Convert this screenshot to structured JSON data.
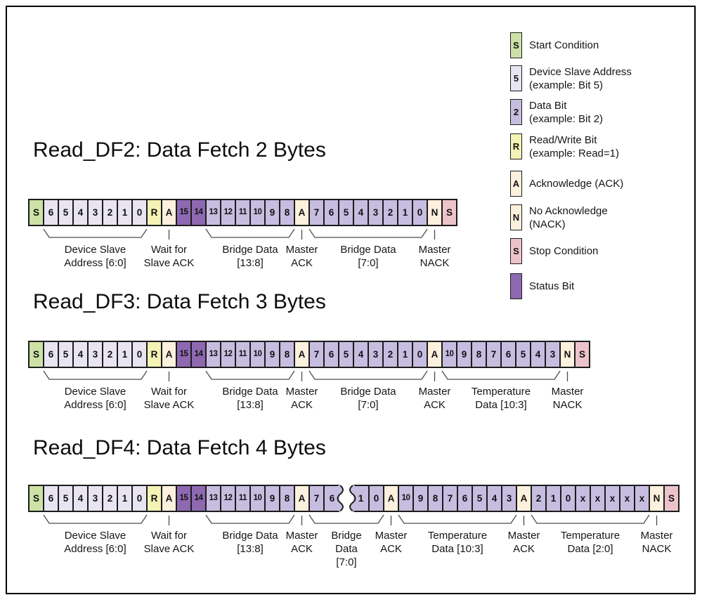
{
  "colors": {
    "start": "#cde1a6",
    "addr": "#e8e4f2",
    "data": "#c6bde0",
    "rw": "#f4f2b4",
    "ack": "#fdf0dd",
    "nack": "#fdf0dd",
    "stop": "#edc3cb",
    "status": "#8e69b2",
    "cell_border": "#1c1c1c",
    "bracket": "#4d4d4d"
  },
  "legend": {
    "items": [
      {
        "letter": "S",
        "kind": "start",
        "lines": [
          "Start Condition"
        ]
      },
      {
        "letter": "5",
        "kind": "addr",
        "lines": [
          "Device Slave Address",
          "(example: Bit 5)"
        ]
      },
      {
        "letter": "2",
        "kind": "data",
        "lines": [
          "Data Bit",
          "(example: Bit 2)"
        ]
      },
      {
        "letter": "R",
        "kind": "rw",
        "lines": [
          "Read/Write Bit",
          "(example: Read=1)"
        ]
      },
      {
        "letter": "A",
        "kind": "ack",
        "lines": [
          "Acknowledge (ACK)"
        ]
      },
      {
        "letter": "N",
        "kind": "nack",
        "lines": [
          "No Acknowledge",
          "(NACK)"
        ]
      },
      {
        "letter": "S",
        "kind": "stop",
        "lines": [
          "Stop Condition"
        ]
      },
      {
        "letter": "",
        "kind": "status",
        "lines": [
          "Status Bit"
        ]
      }
    ]
  },
  "sections": [
    {
      "id": "read_df2",
      "title": "Read_DF2: Data Fetch 2 Bytes",
      "break_after": null,
      "cells": [
        [
          "S",
          "start"
        ],
        [
          "6",
          "addr"
        ],
        [
          "5",
          "addr"
        ],
        [
          "4",
          "addr"
        ],
        [
          "3",
          "addr"
        ],
        [
          "2",
          "addr"
        ],
        [
          "1",
          "addr"
        ],
        [
          "0",
          "addr"
        ],
        [
          "R",
          "rw"
        ],
        [
          "A",
          "ack"
        ],
        [
          "15",
          "status"
        ],
        [
          "14",
          "status"
        ],
        [
          "13",
          "data"
        ],
        [
          "12",
          "data"
        ],
        [
          "11",
          "data"
        ],
        [
          "10",
          "data"
        ],
        [
          "9",
          "data"
        ],
        [
          "8",
          "data"
        ],
        [
          "A",
          "ack"
        ],
        [
          "7",
          "data"
        ],
        [
          "6",
          "data"
        ],
        [
          "5",
          "data"
        ],
        [
          "4",
          "data"
        ],
        [
          "3",
          "data"
        ],
        [
          "2",
          "data"
        ],
        [
          "1",
          "data"
        ],
        [
          "0",
          "data"
        ],
        [
          "N",
          "nack"
        ],
        [
          "S",
          "stop"
        ]
      ],
      "annotations": [
        {
          "kind": "brace",
          "a": 1,
          "b": 7,
          "lines": [
            "Device Slave",
            "Address [6:0]"
          ]
        },
        {
          "kind": "tick",
          "a": 9,
          "b": 9,
          "lines": [
            "Wait for",
            "Slave ACK"
          ]
        },
        {
          "kind": "brace",
          "a": 12,
          "b": 17,
          "lines": [
            "Bridge Data",
            "[13:8]"
          ]
        },
        {
          "kind": "tick",
          "a": 18,
          "b": 18,
          "lines": [
            "Master",
            "ACK"
          ]
        },
        {
          "kind": "brace",
          "a": 19,
          "b": 26,
          "lines": [
            "Bridge Data",
            "[7:0]"
          ]
        },
        {
          "kind": "tick",
          "a": 27,
          "b": 27,
          "lines": [
            "Master",
            "NACK"
          ]
        }
      ]
    },
    {
      "id": "read_df3",
      "title": "Read_DF3: Data Fetch 3 Bytes",
      "break_after": null,
      "cells": [
        [
          "S",
          "start"
        ],
        [
          "6",
          "addr"
        ],
        [
          "5",
          "addr"
        ],
        [
          "4",
          "addr"
        ],
        [
          "3",
          "addr"
        ],
        [
          "2",
          "addr"
        ],
        [
          "1",
          "addr"
        ],
        [
          "0",
          "addr"
        ],
        [
          "R",
          "rw"
        ],
        [
          "A",
          "ack"
        ],
        [
          "15",
          "status"
        ],
        [
          "14",
          "status"
        ],
        [
          "13",
          "data"
        ],
        [
          "12",
          "data"
        ],
        [
          "11",
          "data"
        ],
        [
          "10",
          "data"
        ],
        [
          "9",
          "data"
        ],
        [
          "8",
          "data"
        ],
        [
          "A",
          "ack"
        ],
        [
          "7",
          "data"
        ],
        [
          "6",
          "data"
        ],
        [
          "5",
          "data"
        ],
        [
          "4",
          "data"
        ],
        [
          "3",
          "data"
        ],
        [
          "2",
          "data"
        ],
        [
          "1",
          "data"
        ],
        [
          "0",
          "data"
        ],
        [
          "A",
          "ack"
        ],
        [
          "10",
          "data"
        ],
        [
          "9",
          "data"
        ],
        [
          "8",
          "data"
        ],
        [
          "7",
          "data"
        ],
        [
          "6",
          "data"
        ],
        [
          "5",
          "data"
        ],
        [
          "4",
          "data"
        ],
        [
          "3",
          "data"
        ],
        [
          "N",
          "nack"
        ],
        [
          "S",
          "stop"
        ]
      ],
      "annotations": [
        {
          "kind": "brace",
          "a": 1,
          "b": 7,
          "lines": [
            "Device Slave",
            "Address [6:0]"
          ]
        },
        {
          "kind": "tick",
          "a": 9,
          "b": 9,
          "lines": [
            "Wait for",
            "Slave ACK"
          ]
        },
        {
          "kind": "brace",
          "a": 12,
          "b": 17,
          "lines": [
            "Bridge Data",
            "[13:8]"
          ]
        },
        {
          "kind": "tick",
          "a": 18,
          "b": 18,
          "lines": [
            "Master",
            "ACK"
          ]
        },
        {
          "kind": "brace",
          "a": 19,
          "b": 26,
          "lines": [
            "Bridge Data",
            "[7:0]"
          ]
        },
        {
          "kind": "tick",
          "a": 27,
          "b": 27,
          "lines": [
            "Master",
            "ACK"
          ]
        },
        {
          "kind": "brace",
          "a": 28,
          "b": 35,
          "lines": [
            "Temperature",
            "Data [10:3]"
          ]
        },
        {
          "kind": "tick",
          "a": 36,
          "b": 36,
          "lines": [
            "Master",
            "NACK"
          ]
        }
      ]
    },
    {
      "id": "read_df4",
      "title": "Read_DF4: Data Fetch 4 Bytes",
      "break_after": 20,
      "cells": [
        [
          "S",
          "start"
        ],
        [
          "6",
          "addr"
        ],
        [
          "5",
          "addr"
        ],
        [
          "4",
          "addr"
        ],
        [
          "3",
          "addr"
        ],
        [
          "2",
          "addr"
        ],
        [
          "1",
          "addr"
        ],
        [
          "0",
          "addr"
        ],
        [
          "R",
          "rw"
        ],
        [
          "A",
          "ack"
        ],
        [
          "15",
          "status"
        ],
        [
          "14",
          "status"
        ],
        [
          "13",
          "data"
        ],
        [
          "12",
          "data"
        ],
        [
          "11",
          "data"
        ],
        [
          "10",
          "data"
        ],
        [
          "9",
          "data"
        ],
        [
          "8",
          "data"
        ],
        [
          "A",
          "ack"
        ],
        [
          "7",
          "data"
        ],
        [
          "6",
          "data",
          "tearR"
        ],
        [
          "1",
          "data",
          "tearL"
        ],
        [
          "0",
          "data"
        ],
        [
          "A",
          "ack"
        ],
        [
          "10",
          "data"
        ],
        [
          "9",
          "data"
        ],
        [
          "8",
          "data"
        ],
        [
          "7",
          "data"
        ],
        [
          "6",
          "data"
        ],
        [
          "5",
          "data"
        ],
        [
          "4",
          "data"
        ],
        [
          "3",
          "data"
        ],
        [
          "A",
          "ack"
        ],
        [
          "2",
          "data"
        ],
        [
          "1",
          "data"
        ],
        [
          "0",
          "data"
        ],
        [
          "x",
          "data"
        ],
        [
          "x",
          "data"
        ],
        [
          "x",
          "data"
        ],
        [
          "x",
          "data"
        ],
        [
          "x",
          "data"
        ],
        [
          "N",
          "nack"
        ],
        [
          "S",
          "stop"
        ]
      ],
      "annotations": [
        {
          "kind": "brace",
          "a": 1,
          "b": 7,
          "lines": [
            "Device Slave",
            "Address [6:0]"
          ]
        },
        {
          "kind": "tick",
          "a": 9,
          "b": 9,
          "lines": [
            "Wait for",
            "Slave ACK"
          ]
        },
        {
          "kind": "brace",
          "a": 12,
          "b": 17,
          "lines": [
            "Bridge Data",
            "[13:8]"
          ]
        },
        {
          "kind": "tick",
          "a": 18,
          "b": 18,
          "lines": [
            "Master",
            "ACK"
          ]
        },
        {
          "kind": "brace",
          "a": 19,
          "b": 22,
          "lines": [
            "Bridge",
            "Data",
            "[7:0]"
          ]
        },
        {
          "kind": "tick",
          "a": 23,
          "b": 23,
          "lines": [
            "Master",
            "ACK"
          ]
        },
        {
          "kind": "brace",
          "a": 24,
          "b": 31,
          "lines": [
            "Temperature",
            "Data [10:3]"
          ]
        },
        {
          "kind": "tick",
          "a": 32,
          "b": 32,
          "lines": [
            "Master",
            "ACK"
          ]
        },
        {
          "kind": "brace",
          "a": 33,
          "b": 40,
          "lines": [
            "Temperature",
            "Data [2:0]"
          ]
        },
        {
          "kind": "tick",
          "a": 41,
          "b": 41,
          "lines": [
            "Master",
            "NACK"
          ]
        }
      ]
    }
  ]
}
